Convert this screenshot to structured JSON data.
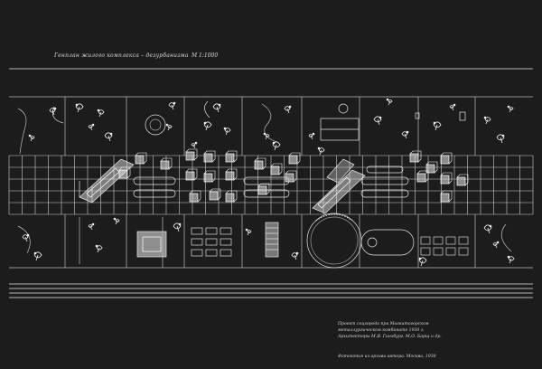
{
  "drawing": {
    "title": "Генплан жилого комплекса – дезурбанизма",
    "scale": "М 1:1000",
    "explication": [
      "Проект соцгорода при Магнитогорском",
      "металлургическом комбинате 1930 г.",
      "Архитекторы М.Я. Гинзбург, М.О. Барщ и др."
    ],
    "stamp": "Фотокопия из архива автора. Москва, 1930",
    "colors": {
      "background": "#1c1c1c",
      "ink": "#e6e6e6",
      "ink_faint": "#9a9a9a"
    }
  }
}
